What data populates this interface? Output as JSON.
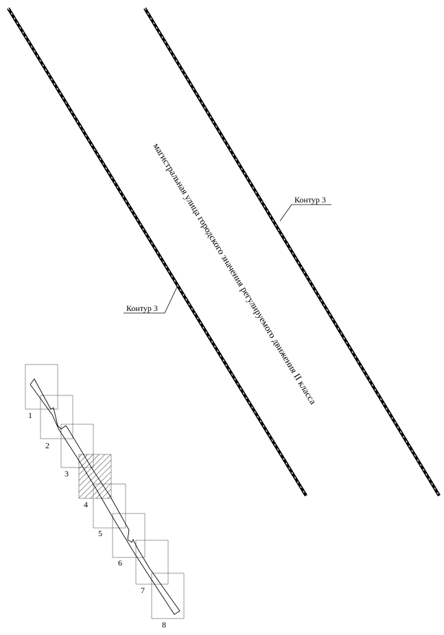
{
  "street_label": "магистральная улица городского значения регулируемого движения II класса",
  "contour_labels": [
    "Контур 3",
    "Контур 3"
  ],
  "index_sheets": [
    "1",
    "2",
    "3",
    "4",
    "5",
    "6",
    "7",
    "8"
  ],
  "highlighted_sheet": "4",
  "colors": {
    "line": "#000000",
    "sheet_border": "#555555",
    "background": "#ffffff"
  }
}
